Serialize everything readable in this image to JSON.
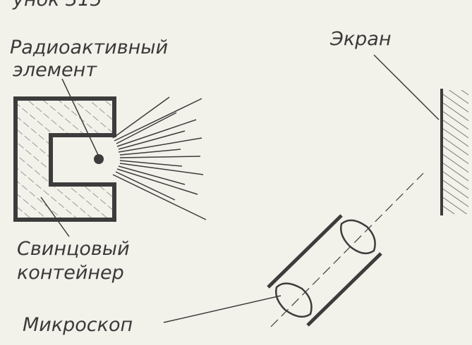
{
  "header_fragment": "унок 315",
  "labels": {
    "radioactive_line1": "Радиоактивный",
    "radioactive_line2": "элемент",
    "screen": "Экран",
    "container_line1": "Свинцовый",
    "container_line2": "контейнер",
    "microscope": "Микроскоп"
  },
  "colors": {
    "paper": "#f2f1ea",
    "ink": "#3c3c3c"
  }
}
